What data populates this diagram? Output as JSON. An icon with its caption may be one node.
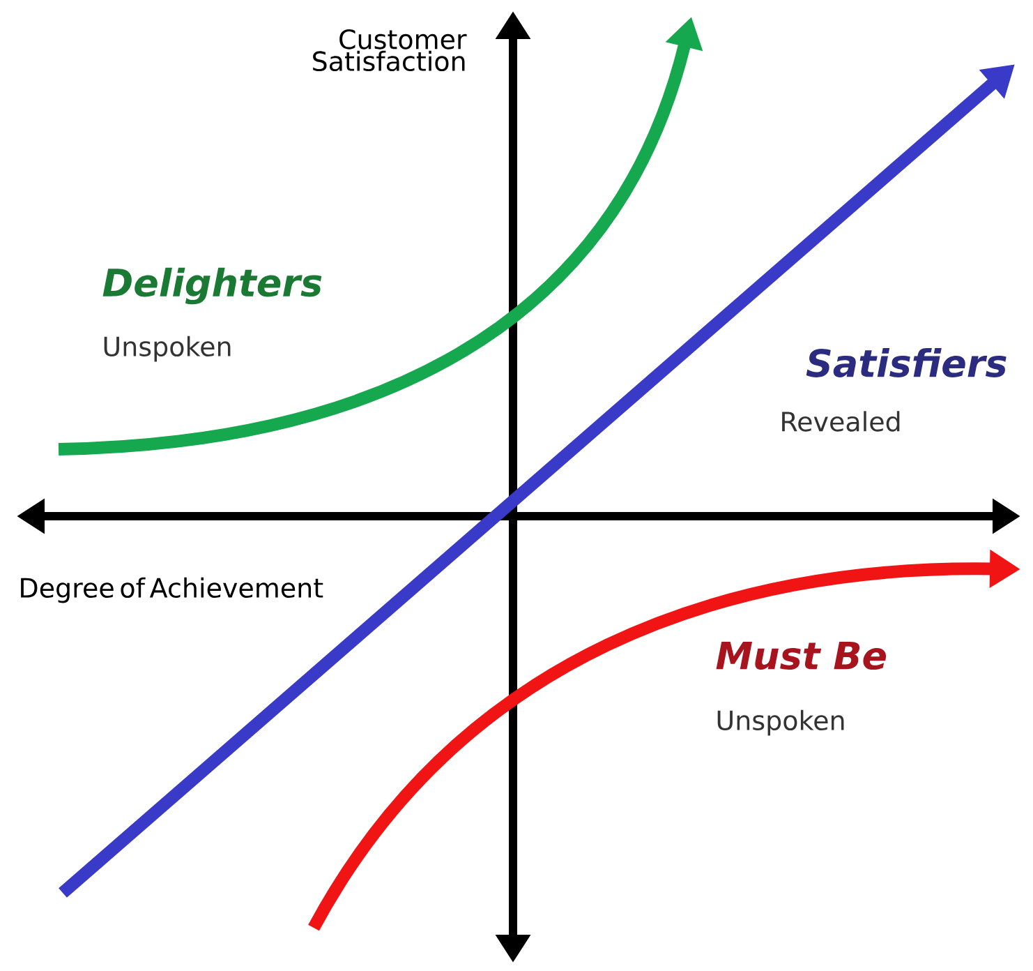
{
  "diagram": {
    "labels": [
      "Customer Satisfaction",
      "Delighters",
      "Unspoken",
      "Satisfiers",
      "Revealed",
      "Degree of Achievement",
      "Must Be",
      "Unspoken"
    ]
  }
}
